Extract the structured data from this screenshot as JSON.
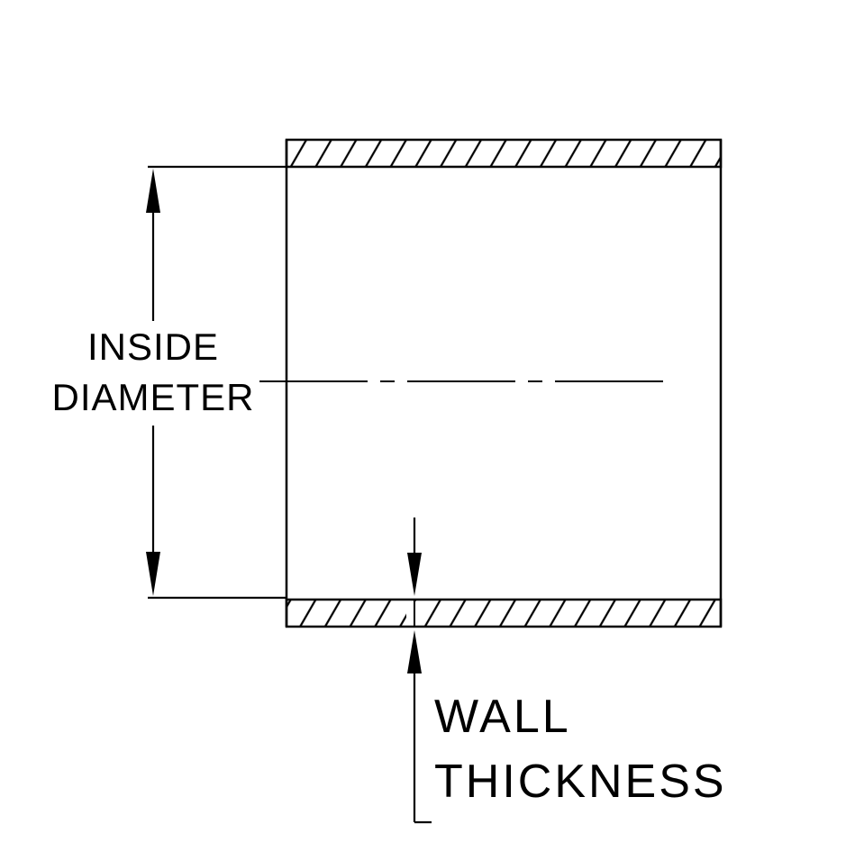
{
  "colors": {
    "line": "#000000",
    "background": "#ffffff"
  },
  "diagram": {
    "type": "technical-cross-section",
    "subject": "tube-wall-cross-section",
    "labels": {
      "inside_diameter_line1": "INSIDE",
      "inside_diameter_line2": "DIAMETER",
      "wall_thickness_line1": "WALL",
      "wall_thickness_line2": "THICKNESS"
    }
  }
}
